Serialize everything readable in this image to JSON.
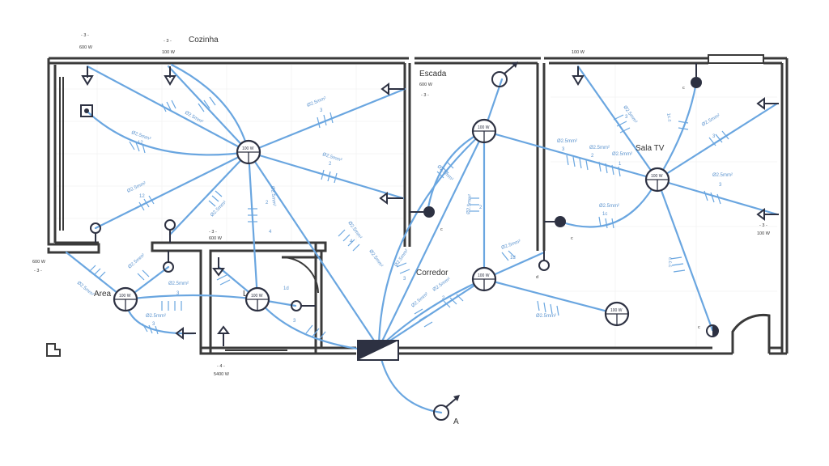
{
  "rooms": {
    "kitchen": "Cozinha",
    "stairs": "Escada",
    "tv_room": "Sala TV",
    "corridor": "Corredor",
    "service_area": "Area",
    "laundry": "L"
  },
  "labels": {
    "main_panel": "A",
    "kitchen_circuit_1": "- 3 -",
    "kitchen_power_1": "600 W",
    "kitchen_circuit_2": "- 3 -",
    "kitchen_power_2": "100 W",
    "stairs_power": "600 W",
    "stairs_circuit": "- 3 -",
    "tv_power_top": "100 W",
    "tv_circuit_right": "- 3 -",
    "tv_power_right": "100 W",
    "service_power": "600 W",
    "service_circuit": "- 3 -",
    "laundry_circuit": "- 3 -",
    "laundry_power": "600 W",
    "bottom_circuit": "- 4 -",
    "bottom_power": "5400 W",
    "lamp_power": "100 W",
    "lamp_power_service": "100 W",
    "switch_c": "c",
    "switch_d": "d",
    "wire_gauge": "Ø2.5mm²"
  },
  "wire_numbers": [
    "3",
    "2",
    "1",
    "4",
    "12",
    "1d",
    "1c",
    "1c.c",
    "c.c.c"
  ]
}
